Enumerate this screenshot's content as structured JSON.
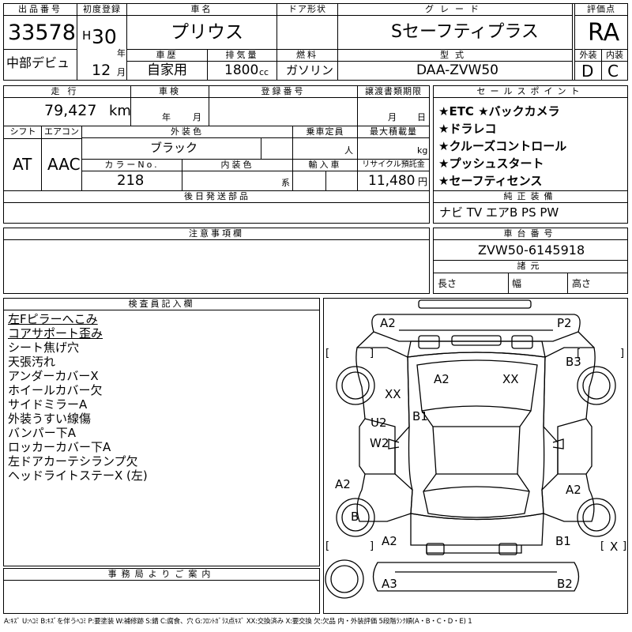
{
  "header": {
    "lot_label": "出品番号",
    "lot_number": "33578",
    "auction_site": "中部デビュ",
    "first_reg_label": "初度登録",
    "era_letter": "H",
    "year": "30",
    "year_unit": "年",
    "month": "12",
    "month_unit": "月",
    "car_name_label": "車名",
    "car_name": "プリウス",
    "door_label": "ドア形状",
    "door": "",
    "grade_label": "グレード",
    "grade": "Sセーフティプラス",
    "score_label": "評価点",
    "score": "RA",
    "history_label": "車歴",
    "history": "自家用",
    "displacement_label": "排気量",
    "displacement": "1800",
    "displacement_unit": "cc",
    "fuel_label": "燃料",
    "fuel": "ガソリン",
    "model_label": "型式",
    "model": "DAA-ZVW50",
    "exterior_label": "外装",
    "exterior": "D",
    "interior_label": "内装",
    "interior": "C"
  },
  "row2": {
    "mileage_label": "走行",
    "mileage": "79,427",
    "mileage_unit": "km",
    "inspection_label": "車検",
    "year_unit": "年",
    "month_unit": "月",
    "reg_no_label": "登録番号",
    "transfer_label": "譲渡書類期限",
    "transfer_month": "月",
    "transfer_day": "日",
    "shift_label": "シフト",
    "shift": "AT",
    "aircon_label": "エアコン",
    "aircon": "AAC",
    "ext_color_label": "外装色",
    "ext_color": "ブラック",
    "capacity_label": "乗車定員",
    "capacity_unit": "人",
    "max_load_label": "最大積載量",
    "max_load_unit": "kg",
    "color_no_label": "カラーNo.",
    "color_no": "218",
    "int_color_label": "内装色",
    "int_color_unit": "系",
    "import_label": "輸入車",
    "recycle_label": "リサイクル預託金",
    "recycle": "11,480",
    "recycle_unit": "円",
    "later_parts_label": "後日発送部品"
  },
  "sales_points": {
    "label": "セールスポイント",
    "items": [
      "★ETC ★バックカメラ",
      "★ドラレコ",
      "★クルーズコントロール",
      "★プッシュスタート",
      "★セーフティセンス"
    ]
  },
  "equipment": {
    "label": "純正装備",
    "value": "ナビ TV エアB PS PW"
  },
  "notes": {
    "label": "注意事項欄"
  },
  "chassis": {
    "label": "車台番号",
    "value": "ZVW50-6145918"
  },
  "dimensions": {
    "label": "諸元",
    "length": "長さ",
    "width": "幅",
    "height": "高さ"
  },
  "inspector": {
    "label": "検査員記入欄",
    "notes": [
      "左Fピラーへこみ",
      "コアサポート歪み",
      "シート焦げ穴",
      "天張汚れ",
      "アンダーカバーX",
      "ホイールカバー欠",
      "サイドミラーA",
      "外装うすい線傷",
      "バンパー下A",
      "ロッカーカバー下A",
      "左ドアカーテシランプ欠",
      "ヘッドライトステーX (左)"
    ]
  },
  "office": {
    "label": "事務局よりご案内"
  },
  "diagram": {
    "marks": [
      "A2",
      "P2",
      "B3",
      "XX",
      "A2",
      "XX",
      "U2",
      "B1",
      "W2",
      "A2",
      "A2",
      "B",
      "A2",
      "B1",
      "X",
      "A3",
      "B2"
    ],
    "brackets": [
      "[",
      "]",
      "[",
      "]",
      "[",
      "]",
      "[",
      "]"
    ]
  },
  "legend": "A:ｷｽﾞ U:ﾍｺﾐ B:ｷｽﾞを伴うﾍｺﾐ P:要塗装 W:補修跡 S:錆 C:腐食、穴 G:ﾌﾛﾝﾄｶﾞﾗｽ点ｷｽﾞ XX:交換済み X:要交換 欠:欠品 内・外装評価 5段階ﾗﾝｸ順(A・B・C・D・E) 1"
}
